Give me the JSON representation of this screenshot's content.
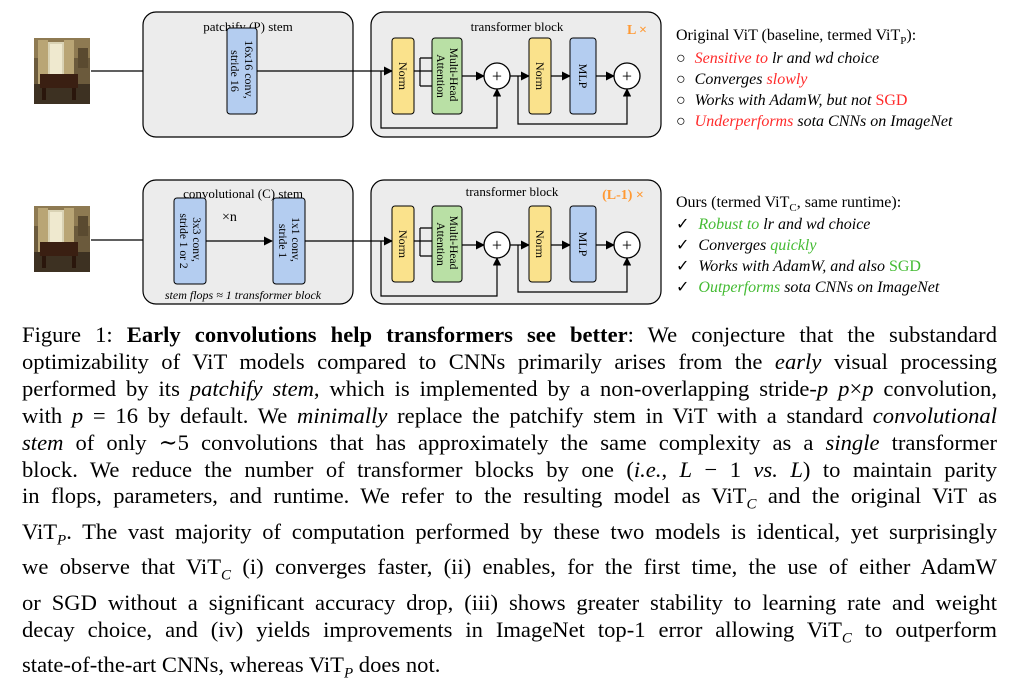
{
  "figure": {
    "top": {
      "stem_title": "patchify (P) stem",
      "conv_lines": [
        "16x16 conv,",
        "stride 16"
      ],
      "block_title": "transformer block",
      "repeat": "L ×",
      "norm": "Norm",
      "mhsa_lines": [
        "Multi-Head",
        "Attention"
      ],
      "mlp": "MLP",
      "plus": "+",
      "legend": {
        "title_pre": "Original ViT (baseline, termed ViT",
        "title_sub": "P",
        "title_post": "):",
        "bullet": "○",
        "items": [
          {
            "hl": "Sensitive to",
            "rest": " lr and wd choice"
          },
          {
            "pre": "Converges ",
            "hl": "slowly"
          },
          {
            "pre": "Works with AdamW, but not ",
            "hl": "SGD"
          },
          {
            "hl": "Underperforms",
            "rest": " sota CNNs on ImageNet"
          }
        ]
      }
    },
    "bottom": {
      "stem_title": "convolutional (C) stem",
      "conv1_lines": [
        "3x3 conv,",
        "stride 1 or 2"
      ],
      "times_n": "×n",
      "conv2_lines": [
        "1x1 conv,",
        "stride 1"
      ],
      "stem_note": "stem flops ≈ 1 transformer block",
      "block_title": "transformer block",
      "repeat": "(L-1) ×",
      "norm": "Norm",
      "mhsa_lines": [
        "Multi-Head",
        "Attention"
      ],
      "mlp": "MLP",
      "plus": "+",
      "legend": {
        "title_pre": "Ours (termed ViT",
        "title_sub": "C",
        "title_post": ", same runtime):",
        "bullet": "✓",
        "items": [
          {
            "hl": "Robust to",
            "rest": " lr and wd choice"
          },
          {
            "pre": "Converges ",
            "hl": "quickly"
          },
          {
            "pre": "Works with AdamW, and also ",
            "hl": "SGD"
          },
          {
            "hl": "Outperforms",
            "rest": " sota CNNs on ImageNet"
          }
        ]
      }
    },
    "colors": {
      "stem_bg": "#ececec",
      "conv_fill": "#b4cdf0",
      "norm_fill": "#fae28c",
      "mhsa_fill": "#b9e0a5",
      "mlp_fill": "#b4cdf0",
      "warn": "#ff2a2a",
      "good": "#44bb33",
      "repeat": "#ff9933"
    }
  },
  "caption": {
    "label": "Figure 1: ",
    "bold": "Early convolutions help transformers see better",
    "segments": [
      [
        ": We conjecture that the substandard"
      ],
      [
        "optimizability of ViT models compared to CNNs primarily arises from the ",
        {
          "i": "early"
        },
        " visual processing"
      ],
      [
        "performed by its ",
        {
          "i": "patchify stem"
        },
        ", which is implemented by a non-overlapping stride-",
        {
          "i": "p p"
        },
        "×",
        {
          "i": "p"
        },
        " convolution,"
      ],
      [
        "with ",
        {
          "i": "p"
        },
        " = 16 by default. We ",
        {
          "i": "minimally"
        },
        " replace the patchify stem in ViT with a standard ",
        {
          "i": "convolutional"
        }
      ],
      [
        {
          "i": "stem"
        },
        " of only ∼5 convolutions that has approximately the same complexity as a ",
        {
          "i": "single"
        },
        " transformer"
      ],
      [
        "block. We reduce the number of transformer blocks by one (",
        {
          "i": "i.e."
        },
        ", ",
        {
          "i": "L"
        },
        " − 1 ",
        {
          "i": "vs."
        },
        " ",
        {
          "i": "L"
        },
        ") to maintain parity"
      ],
      [
        "in flops, parameters, and runtime. We refer to the resulting model as ViT",
        {
          "sub": "C"
        },
        " and the original ViT as"
      ],
      [
        "ViT",
        {
          "sub": "P"
        },
        ". The vast majority of computation performed by these two models is identical, yet surprisingly"
      ],
      [
        "we observe that ViT",
        {
          "sub": "C"
        },
        " (i) converges faster, (ii) enables, for the first time, the use of either AdamW"
      ],
      [
        "or SGD without a significant accuracy drop, (iii) shows greater stability to learning rate and weight"
      ],
      [
        "decay choice, and (iv) yields improvements in ImageNet top-1 error allowing ViT",
        {
          "sub": "C"
        },
        " to outperform"
      ],
      [
        "state-of-the-art CNNs, whereas ViT",
        {
          "sub": "P"
        },
        " does not."
      ]
    ]
  }
}
